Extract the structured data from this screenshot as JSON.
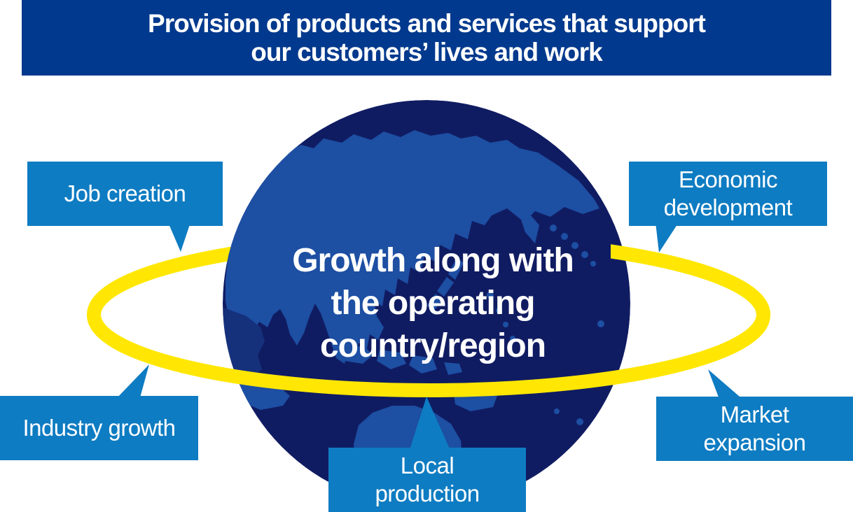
{
  "banner": {
    "line1": "Provision of products and services that support",
    "line2": "our customers’ lives and work"
  },
  "globe_label": {
    "line1": "Growth along with",
    "line2": "the operating",
    "line3": "country/region"
  },
  "callouts": [
    {
      "id": "job-creation",
      "lines": [
        "Job creation"
      ]
    },
    {
      "id": "economic-development",
      "lines": [
        "Economic",
        "development"
      ]
    },
    {
      "id": "industry-growth",
      "lines": [
        "Industry growth"
      ]
    },
    {
      "id": "market-expansion",
      "lines": [
        "Market",
        "expansion"
      ]
    },
    {
      "id": "local-production",
      "lines": [
        "Local",
        "production"
      ]
    }
  ],
  "colors": {
    "banner_blue": "#00398d",
    "callout_blue": "#0e7cc2",
    "globe_ocean": "#101c62",
    "globe_land": "#1d4fa3",
    "globe_land_shadow": "#16317c",
    "ring_yellow": "#ffe703",
    "text_white": "#ffffff"
  }
}
